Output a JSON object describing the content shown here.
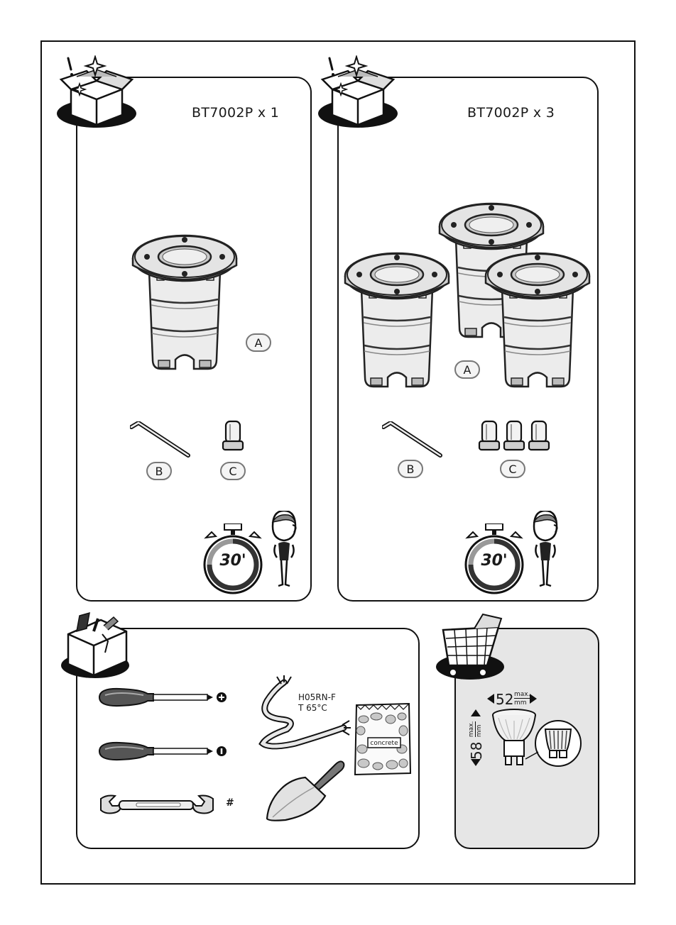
{
  "panel_single": {
    "title": "BT7002P x 1",
    "label_a": "A",
    "label_b": "B",
    "label_c": "C",
    "time": "30'"
  },
  "panel_triple": {
    "title": "BT7002P x 3",
    "label_a": "A",
    "label_b": "B",
    "label_c": "C",
    "time": "30'"
  },
  "tools": {
    "cable_code": "H05RN-F",
    "cable_temp": "T 65°C",
    "bag_label": "concrete",
    "wrench_mark": "#"
  },
  "bulb": {
    "width_value": "52",
    "height_value": "58",
    "max_text": "max.",
    "unit_text": "mm"
  },
  "icons": [
    "open-box-icon",
    "toolbox-icon",
    "shopping-cart-icon",
    "stopwatch-icon",
    "person-icon",
    "hex-key-icon",
    "plug-cap-icon",
    "screwdriver-icon",
    "wrench-icon",
    "trowel-icon",
    "cable-icon",
    "concrete-bag-icon",
    "gu10-bulb-icon"
  ]
}
